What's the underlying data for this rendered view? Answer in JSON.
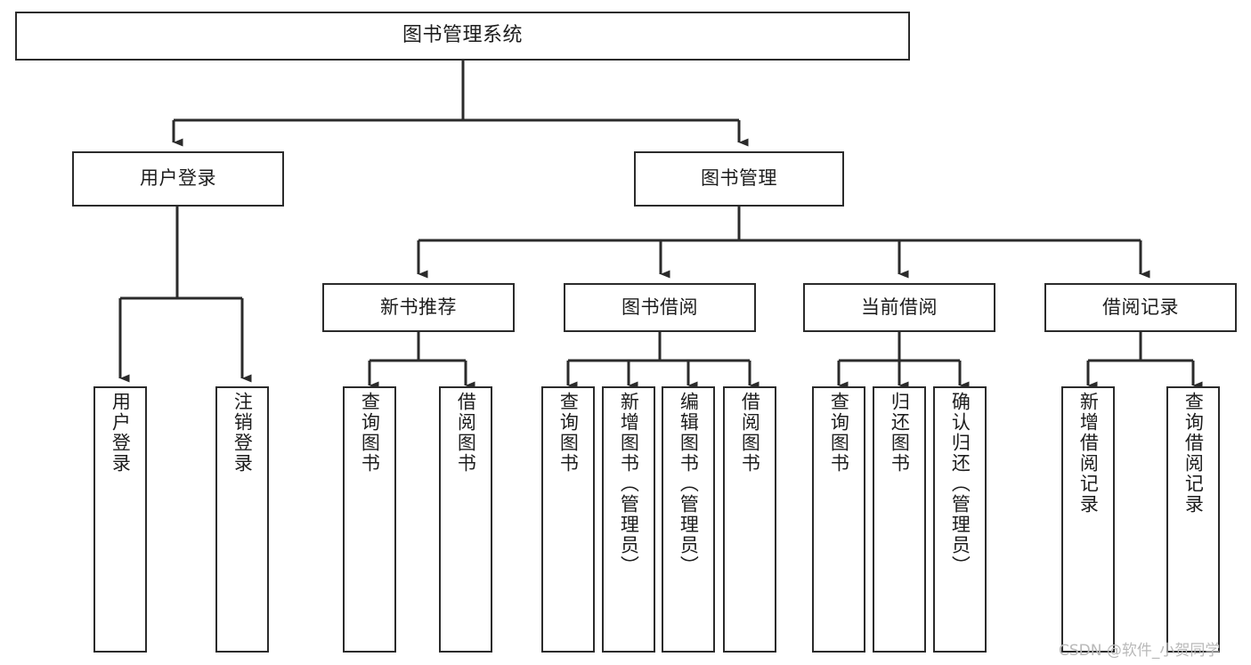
{
  "diagram": {
    "title": "图书管理系统",
    "type": "tree-hierarchy",
    "root": {
      "label": "图书管理系统"
    },
    "level2": [
      {
        "label": "用户登录"
      },
      {
        "label": "图书管理"
      }
    ],
    "level3": [
      {
        "label": "新书推荐"
      },
      {
        "label": "图书借阅"
      },
      {
        "label": "当前借阅"
      },
      {
        "label": "借阅记录"
      }
    ],
    "leaves": {
      "user_login": [
        {
          "label": "用户登录"
        },
        {
          "label": "注销登录"
        }
      ],
      "new_book_recommend": [
        {
          "label": "查询图书"
        },
        {
          "label": "借阅图书"
        }
      ],
      "book_borrow": [
        {
          "label": "查询图书"
        },
        {
          "label": "新增图书（管理员）"
        },
        {
          "label": "编辑图书（管理员）"
        },
        {
          "label": "借阅图书"
        }
      ],
      "current_borrow": [
        {
          "label": "查询图书"
        },
        {
          "label": "归还图书"
        },
        {
          "label": "确认归还（管理员）"
        }
      ],
      "borrow_record": [
        {
          "label": "新增借阅记录"
        },
        {
          "label": "查询借阅记录"
        }
      ]
    }
  },
  "watermark": {
    "text": "CSDN @软件_小贺同学"
  },
  "colors": {
    "stroke": "#2b2b2b",
    "fill": "#ffffff",
    "text": "#1d1d1d",
    "watermark": "#b9b9b9"
  }
}
